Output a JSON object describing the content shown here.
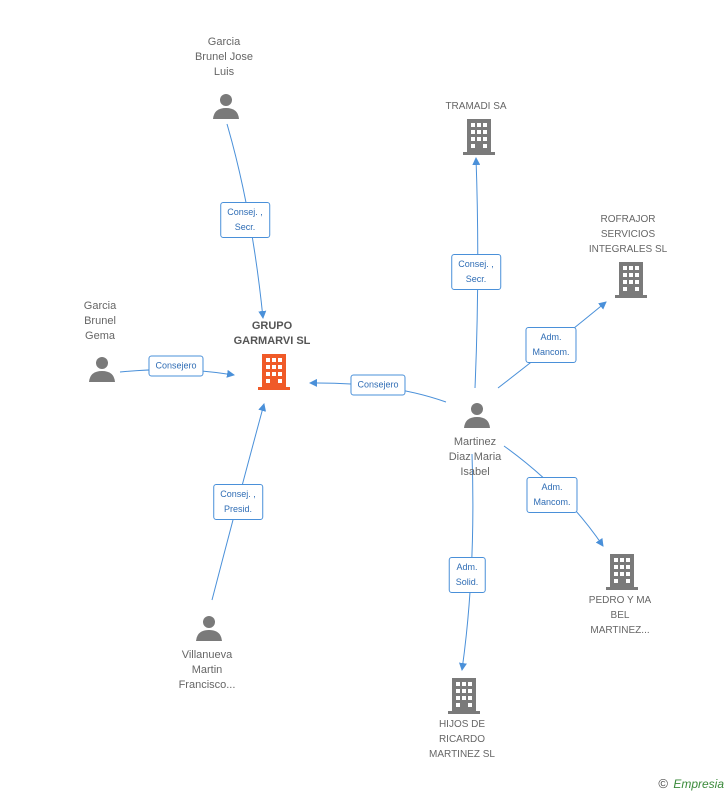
{
  "colors": {
    "edge": "#4a90d9",
    "person": "#7a7a7a",
    "company": "#7a7a7a",
    "center_company": "#f05a28"
  },
  "nodes": {
    "center": {
      "label": [
        "GRUPO",
        "GARMARVI SL"
      ],
      "icon": "building-icon"
    },
    "garcia_brunel_jose_luis": {
      "label": [
        "Garcia",
        "Brunel Jose",
        "Luis"
      ],
      "icon": "person-icon"
    },
    "garcia_brunel_gema": {
      "label": [
        "Garcia",
        "Brunel",
        "Gema"
      ],
      "icon": "person-icon"
    },
    "villanueva_martin": {
      "label": [
        "Villanueva",
        "Martin",
        "Francisco..."
      ],
      "icon": "person-icon"
    },
    "martinez_diaz": {
      "label": [
        "Martinez",
        "Diaz Maria",
        "Isabel"
      ],
      "icon": "person-icon"
    },
    "tramadi": {
      "label": [
        "TRAMADI SA"
      ],
      "icon": "building-icon"
    },
    "rofrajor": {
      "label": [
        "ROFRAJOR",
        "SERVICIOS",
        "INTEGRALES SL"
      ],
      "icon": "building-icon"
    },
    "pedro": {
      "label": [
        "PEDRO Y MA",
        "BEL",
        "MARTINEZ..."
      ],
      "icon": "building-icon"
    },
    "hijos": {
      "label": [
        "HIJOS DE",
        "RICARDO",
        "MARTINEZ SL"
      ],
      "icon": "building-icon"
    }
  },
  "edges": {
    "jose_luis_center": [
      "Consej. ,",
      "Secr."
    ],
    "gema_center": [
      "Consejero"
    ],
    "villanueva_center": [
      "Consej. ,",
      "Presid."
    ],
    "martinez_center": [
      "Consejero"
    ],
    "martinez_tramadi": [
      "Consej. ,",
      "Secr."
    ],
    "martinez_rofrajor": [
      "Adm.",
      "Mancom."
    ],
    "martinez_pedro": [
      "Adm.",
      "Mancom."
    ],
    "martinez_hijos": [
      "Adm.",
      "Solid."
    ]
  },
  "brand": {
    "copyright": "©",
    "name": "Empresia"
  }
}
